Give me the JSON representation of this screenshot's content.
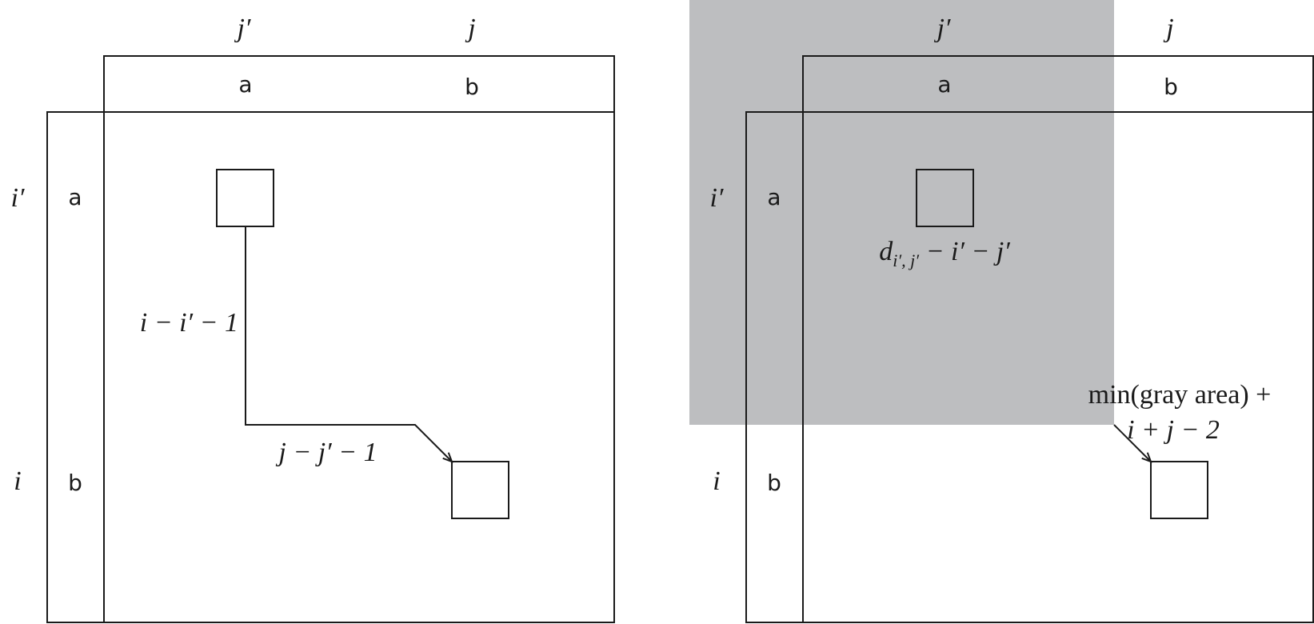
{
  "colors": {
    "gray_area": "#bdbec0",
    "ink": "#1a1a1a"
  },
  "left": {
    "col_vars": {
      "jprime": "j′",
      "j": "j"
    },
    "col_letters": {
      "a": "a",
      "b": "b"
    },
    "row_vars": {
      "iprime": "i′",
      "i": "i"
    },
    "row_letters": {
      "a": "a",
      "b": "b"
    },
    "vertical_label": "i − i′ − 1",
    "horizontal_label": "j − j′ − 1"
  },
  "right": {
    "col_vars": {
      "jprime": "j′",
      "j": "j"
    },
    "col_letters": {
      "a": "a",
      "b": "b"
    },
    "row_vars": {
      "iprime": "i′",
      "i": "i"
    },
    "row_letters": {
      "a": "a",
      "b": "b"
    },
    "cell_label": {
      "d": "d",
      "sub_i": "i′",
      "sub_sep": ", ",
      "sub_j": "j′",
      "rest": " − i′ − j′"
    },
    "annotation_line1": "min(gray area) +",
    "annotation_line2": "i + j − 2"
  }
}
